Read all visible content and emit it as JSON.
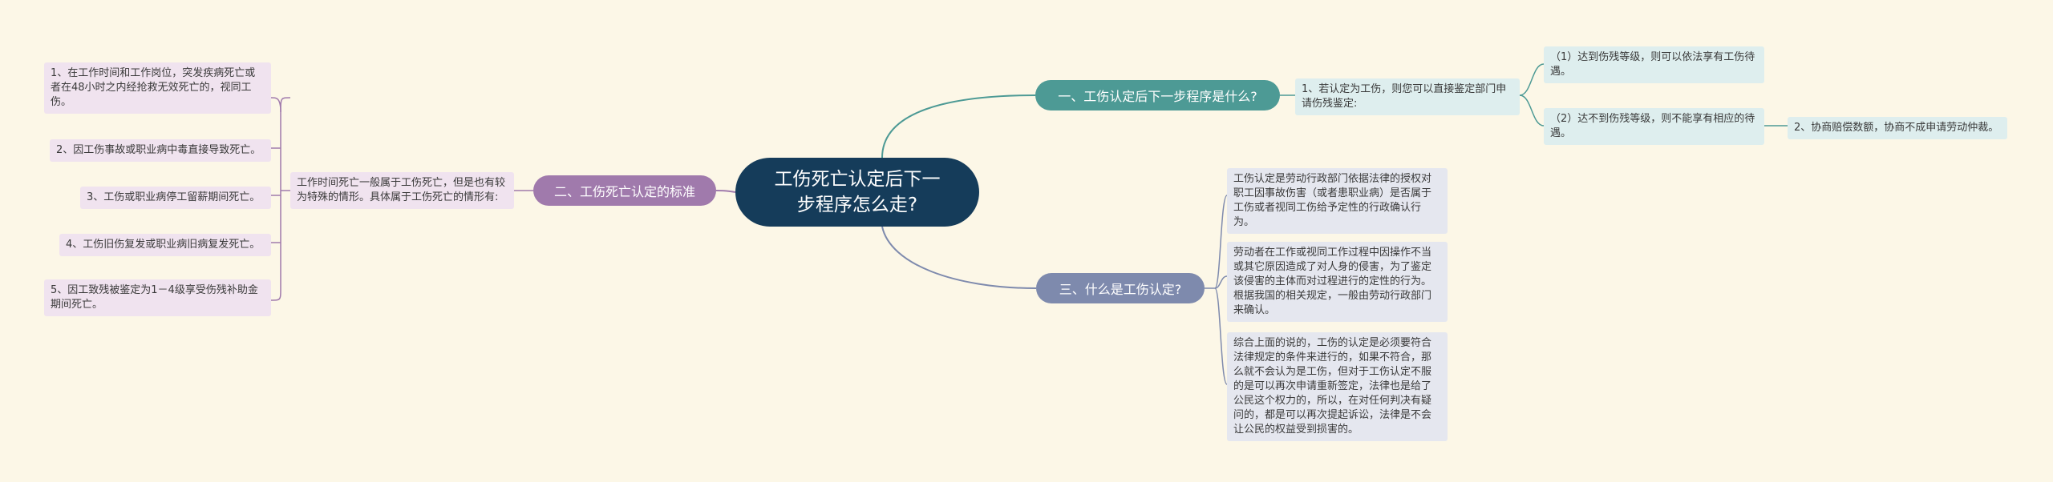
{
  "root": {
    "text": "工伤死亡认定后下一步程序怎么走?"
  },
  "branch1": {
    "label": "一、工伤认定后下一步程序是什么?",
    "sub": "1、若认定为工伤，则您可以直接鉴定部门申请伤残鉴定:",
    "options": [
      "（1）达到伤残等级，则可以依法享有工伤待遇。",
      "（2）达不到伤残等级，则不能享有相应的待遇。"
    ],
    "option2_child": "2、协商赔偿数额，协商不成申请劳动仲裁。"
  },
  "branch2": {
    "label": "二、工伤死亡认定的标准",
    "sub": "工作时间死亡一般属于工伤死亡，但是也有较为特殊的情形。具体属于工伤死亡的情形有:",
    "items": [
      "1、在工作时间和工作岗位，突发疾病死亡或者在48小时之内经抢救无效死亡的，视同工伤。",
      "2、因工伤事故或职业病中毒直接导致死亡。",
      "3、工伤或职业病停工留薪期间死亡。",
      "4、工伤旧伤复发或职业病旧病复发死亡。",
      "5、因工致残被鉴定为1－4级享受伤残补助金期间死亡。"
    ]
  },
  "branch3": {
    "label": "三、什么是工伤认定?",
    "items": [
      "工伤认定是劳动行政部门依据法律的授权对职工因事故伤害（或者患职业病）是否属于工伤或者视同工伤给予定性的行政确认行为。",
      "劳动者在工作或视同工作过程中因操作不当或其它原因造成了对人身的侵害，为了鉴定该侵害的主体而对过程进行的定性的行为。根据我国的相关规定，一般由劳动行政部门来确认。",
      "综合上面的说的，工伤的认定是必须要符合法律规定的条件来进行的，如果不符合，那么就不会认为是工伤，但对于工伤认定不服的是可以再次申请重新签定，法律也是给了公民这个权力的，所以，在对任何判决有疑问的，都是可以再次提起诉讼，法律是不会让公民的权益受到损害的。"
    ]
  },
  "colors": {
    "background": "#fcf7e7",
    "root": "#153c5a",
    "branch1": "#4d9a95",
    "branch2": "#a07aac",
    "branch3": "#7e8aad"
  }
}
